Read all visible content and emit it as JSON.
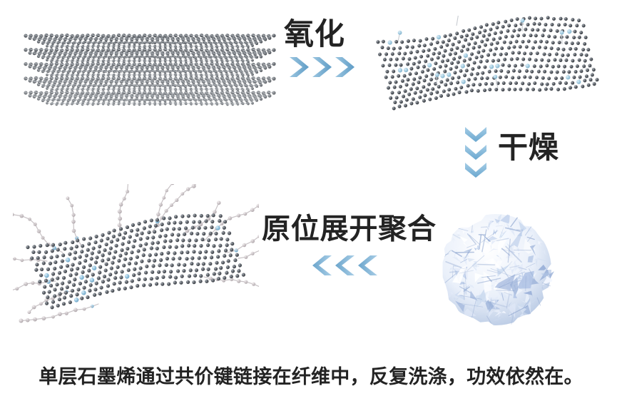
{
  "diagram": {
    "title": "单层石墨烯共价接枝纤维工艺流程",
    "background_color": "#ffffff",
    "accent_color": "#7fb4d8",
    "text_color": "#232323"
  },
  "steps": [
    {
      "id": "oxidation",
      "label": "氧化",
      "arrow_direction": "right",
      "arrow_count": 3,
      "arrow_color": "#74a9cf"
    },
    {
      "id": "drying",
      "label": "干燥",
      "arrow_direction": "down",
      "arrow_count": 3,
      "arrow_color": "#7fb4d8"
    },
    {
      "id": "polymerization",
      "label": "原位展开聚合",
      "arrow_direction": "left",
      "arrow_count": 3,
      "arrow_color": "#86b7d9"
    }
  ],
  "panels": [
    {
      "id": "graphite",
      "name": "stacked-graphite-layers",
      "description": "多层石墨层状结构",
      "layer_count": 5,
      "atom_color": "#55595e",
      "highlight_color": "#8c9197"
    },
    {
      "id": "graphene-oxide",
      "name": "graphene-oxide-sheet",
      "description": "单层氧化石墨烯片",
      "carbon_color": "#4a4f55",
      "oxygen_color": "#a8cede"
    },
    {
      "id": "crumpled-ball",
      "name": "dried-graphene-oxide-ball",
      "description": "干燥后团聚的氧化石墨烯球",
      "light_color": "#eef3fb",
      "mid_color": "#c3d3ea",
      "dark_color": "#8ea6cf"
    },
    {
      "id": "polymer-grafted",
      "name": "polymer-grafted-graphene-sheet",
      "description": "原位聚合接枝高分子链的石墨烯片",
      "carbon_color": "#5a5f66",
      "oxygen_color": "#8fc0dc",
      "chain_color": "#b9b3b6"
    }
  ],
  "caption": {
    "text": "单层石墨烯通过共价键链接在纤维中，反复洗涤，功效依然在。"
  }
}
